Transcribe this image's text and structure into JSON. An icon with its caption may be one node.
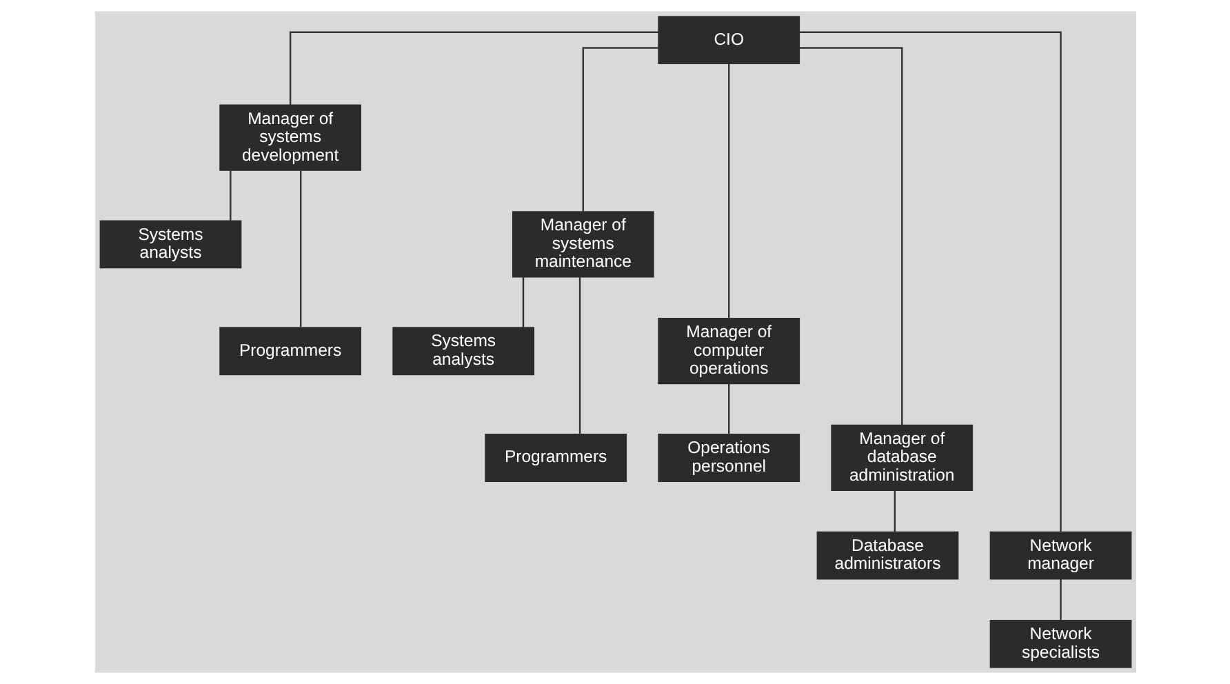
{
  "diagram": {
    "nodes": [
      {
        "text": [
          "CIO"
        ]
      },
      {
        "text": [
          "Manager of systems development"
        ]
      },
      {
        "text": [
          "Manager of systems maintenance"
        ]
      },
      {
        "text": [
          "Manager of computer operations"
        ]
      },
      {
        "text": [
          "Manager of database administration"
        ]
      },
      {
        "text": [
          "Network manager"
        ]
      },
      {
        "text": [
          "Systems analysts"
        ]
      },
      {
        "text": [
          "Systems analysts"
        ]
      },
      {
        "text": [
          "Operations personnel"
        ]
      },
      {
        "text": [
          "Database administrators"
        ]
      },
      {
        "text": [
          "Network specialists"
        ]
      },
      {
        "text": [
          "Programmers"
        ]
      },
      {
        "text": [
          "Programmers"
        ]
      }
    ],
    "edges": [
      {
        "from": 0,
        "to": 1,
        "arrow": "none"
      },
      {
        "from": 0,
        "to": 2,
        "arrow": "none"
      },
      {
        "from": 0,
        "to": 3,
        "arrow": "none"
      },
      {
        "from": 0,
        "to": 4,
        "arrow": "none"
      },
      {
        "from": 0,
        "to": 5,
        "arrow": "none"
      },
      {
        "from": 1,
        "to": 6,
        "arrow": "none"
      },
      {
        "from": 1,
        "to": 11,
        "arrow": "none"
      },
      {
        "from": 2,
        "to": 7,
        "arrow": "none"
      },
      {
        "from": 2,
        "to": 12,
        "arrow": "none"
      },
      {
        "from": 3,
        "to": 8,
        "arrow": "none"
      },
      {
        "from": 4,
        "to": 9,
        "arrow": "none"
      },
      {
        "from": 5,
        "to": 10,
        "arrow": "none"
      }
    ]
  }
}
